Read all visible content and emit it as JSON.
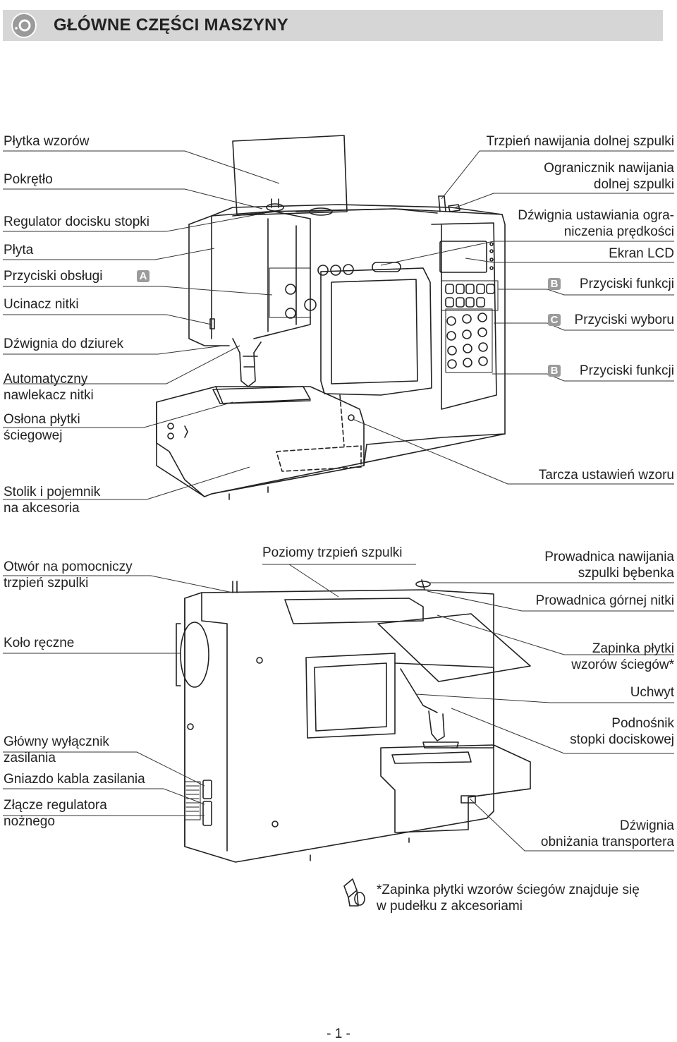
{
  "title": "GŁÓWNE CZĘŚCI MASZYNY",
  "top_labels": {
    "left": [
      {
        "id": "plytka-wzorow",
        "text": "Płytka wzorów"
      },
      {
        "id": "pokretlo",
        "text": "Pokrętło"
      },
      {
        "id": "regulator-docisku",
        "text": "Regulator docisku stopki"
      },
      {
        "id": "plyta",
        "text": "Płyta"
      },
      {
        "id": "przyciski-obslugi",
        "text": "Przyciski obsługi",
        "badge": "A"
      },
      {
        "id": "ucinacz-nitki",
        "text": "Ucinacz nitki"
      },
      {
        "id": "dzwignia-dziurek",
        "text": "Dźwignia do dziurek"
      },
      {
        "id": "nawlekacz",
        "lines": [
          "Automatyczny",
          "nawlekacz nitki"
        ]
      },
      {
        "id": "oslona-plytki",
        "lines": [
          "Osłona płytki",
          "ściegowej"
        ]
      },
      {
        "id": "stolik",
        "lines": [
          "Stolik i pojemnik",
          "na akcesoria"
        ]
      }
    ],
    "right": [
      {
        "id": "trzpien-nawijania",
        "text": "Trzpień nawijania dolnej szpulki"
      },
      {
        "id": "ogranicznik",
        "lines": [
          "Ogranicznik nawijania",
          "dolnej szpulki"
        ]
      },
      {
        "id": "dzwignia-predkosci",
        "lines": [
          "Dźwignia ustawiania ogra-",
          "niczenia prędkości"
        ]
      },
      {
        "id": "ekran-lcd",
        "text": "Ekran LCD"
      },
      {
        "id": "przyciski-funkcji-1",
        "text": "Przyciski funkcji",
        "badge": "B"
      },
      {
        "id": "przyciski-wyboru",
        "text": "Przyciski wyboru",
        "badge": "C"
      },
      {
        "id": "przyciski-funkcji-2",
        "text": "Przyciski funkcji",
        "badge": "B"
      },
      {
        "id": "tarcza",
        "text": "Tarcza ustawień wzoru"
      }
    ]
  },
  "bottom_labels": {
    "left": [
      {
        "id": "otwor",
        "lines": [
          "Otwór na pomocniczy",
          "trzpień szpulki"
        ]
      },
      {
        "id": "kolo-reczne",
        "text": "Koło ręczne"
      },
      {
        "id": "wylacznik",
        "lines": [
          "Główny wyłącznik",
          "zasilania"
        ]
      },
      {
        "id": "gniazdo",
        "text": "Gniazdo kabla zasilania"
      },
      {
        "id": "zlacze",
        "lines": [
          "Złącze regulatora",
          "nożnego"
        ]
      }
    ],
    "center": [
      {
        "id": "poziomy-trzpien",
        "text": "Poziomy trzpień szpulki"
      }
    ],
    "right": [
      {
        "id": "prowadnica-bebenka",
        "lines": [
          "Prowadnica nawijania",
          "szpulki bębenka"
        ]
      },
      {
        "id": "prowadnica-gornej",
        "text": "Prowadnica górnej nitki"
      },
      {
        "id": "zapinka",
        "lines": [
          "Zapinka płytki",
          "wzorów ściegów*"
        ]
      },
      {
        "id": "uchwyt",
        "text": "Uchwyt"
      },
      {
        "id": "podnosnik",
        "lines": [
          "Podnośnik",
          "stopki dociskowej"
        ]
      },
      {
        "id": "dzwignia-transportera",
        "lines": [
          "Dźwignia",
          "obniżania transportera"
        ]
      }
    ]
  },
  "footnote": {
    "lines": [
      "*Zapinka płytki wzorów ściegów znajduje się",
      "w pudełku z akcesoriami"
    ]
  },
  "page_number": "- 1 -",
  "colors": {
    "header_bg": "#d6d6d6",
    "badge_bg": "#9b9b9b",
    "line": "#333333"
  }
}
